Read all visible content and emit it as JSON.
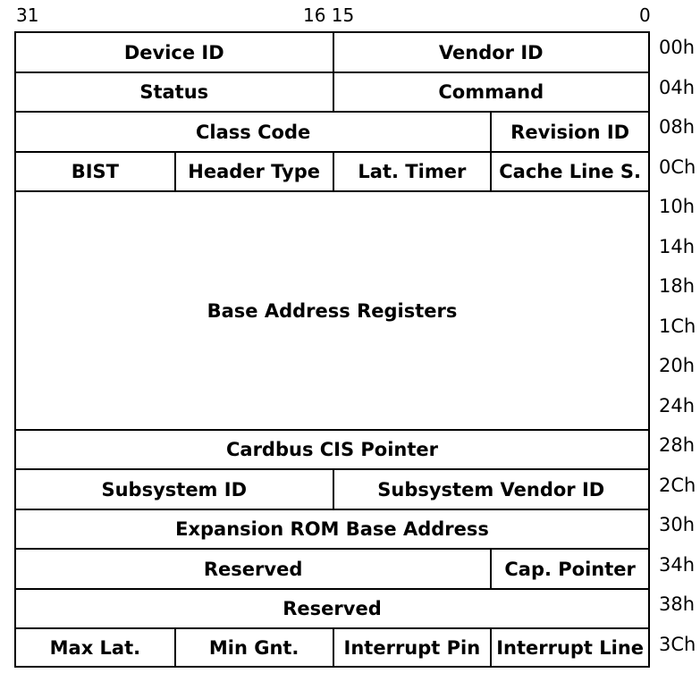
{
  "bit_labels": {
    "b31": "31",
    "b16_15": "16 15",
    "b0": "0"
  },
  "rows": [
    {
      "cells": [
        {
          "label": "Device ID",
          "span": 8
        },
        {
          "label": "Vendor ID",
          "span": 8
        }
      ]
    },
    {
      "cells": [
        {
          "label": "Status",
          "span": 8
        },
        {
          "label": "Command",
          "span": 8
        }
      ]
    },
    {
      "cells": [
        {
          "label": "Class Code",
          "span": 12
        },
        {
          "label": "Revision ID",
          "span": 4
        }
      ]
    },
    {
      "cells": [
        {
          "label": "BIST",
          "span": 4
        },
        {
          "label": "Header Type",
          "span": 4
        },
        {
          "label": "Lat. Timer",
          "span": 4
        },
        {
          "label": "Cache Line S.",
          "span": 4
        }
      ]
    },
    {
      "cells": [
        {
          "label": "Base Address Registers",
          "span": 16
        }
      ]
    },
    {
      "cells": [
        {
          "label": "Cardbus CIS Pointer",
          "span": 16
        }
      ]
    },
    {
      "cells": [
        {
          "label": "Subsystem ID",
          "span": 8
        },
        {
          "label": "Subsystem Vendor ID",
          "span": 8
        }
      ]
    },
    {
      "cells": [
        {
          "label": "Expansion ROM Base Address",
          "span": 16
        }
      ]
    },
    {
      "cells": [
        {
          "label": "Reserved",
          "span": 12
        },
        {
          "label": "Cap. Pointer",
          "span": 4
        }
      ]
    },
    {
      "cells": [
        {
          "label": "Reserved",
          "span": 16
        }
      ]
    },
    {
      "cells": [
        {
          "label": "Max Lat.",
          "span": 4
        },
        {
          "label": "Min Gnt.",
          "span": 4
        },
        {
          "label": "Interrupt Pin",
          "span": 4
        },
        {
          "label": "Interrupt Line",
          "span": 4
        }
      ]
    }
  ],
  "offsets": [
    "00h",
    "04h",
    "08h",
    "0Ch",
    "10h",
    "14h",
    "18h",
    "1Ch",
    "20h",
    "24h",
    "28h",
    "2Ch",
    "30h",
    "34h",
    "38h",
    "3Ch"
  ]
}
